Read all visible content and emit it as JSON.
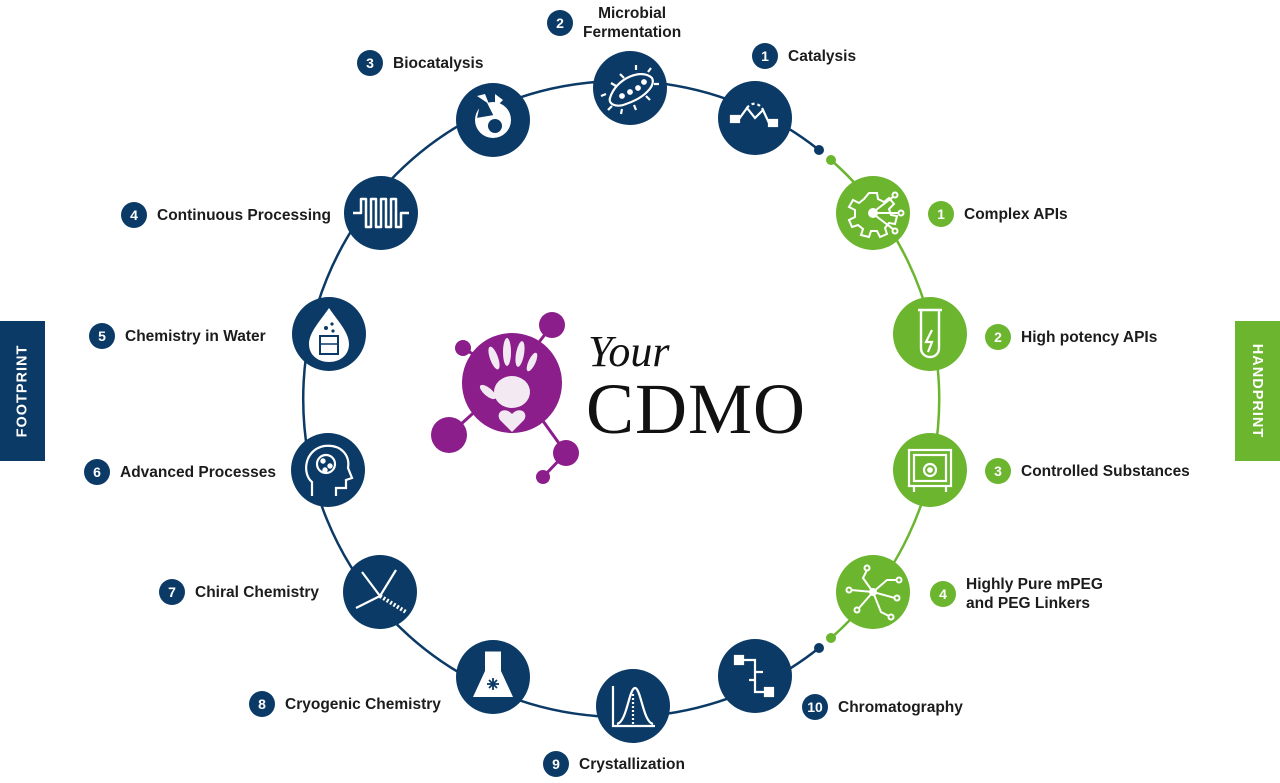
{
  "colors": {
    "footprint": "#0b3a66",
    "handprint": "#6bb52f",
    "logo": "#8b1e8b"
  },
  "side_tabs": {
    "left": "FOOTPRINT",
    "right": "HANDPRINT"
  },
  "logo": {
    "line1": "Your",
    "line2": "CDMO"
  },
  "footprint_items": [
    {
      "num": "1",
      "label": "Catalysis",
      "icon": "catalysis-icon"
    },
    {
      "num": "2",
      "label": "Microbial",
      "label2": "Fermentation",
      "icon": "bacteria-icon"
    },
    {
      "num": "3",
      "label": "Biocatalysis",
      "icon": "enzyme-icon"
    },
    {
      "num": "4",
      "label": "Continuous Processing",
      "icon": "coil-icon"
    },
    {
      "num": "5",
      "label": "Chemistry in Water",
      "icon": "water-drop-beaker-icon"
    },
    {
      "num": "6",
      "label": "Advanced Processes",
      "icon": "brain-head-icon"
    },
    {
      "num": "7",
      "label": "Chiral Chemistry",
      "icon": "chiral-icon"
    },
    {
      "num": "8",
      "label": "Cryogenic Chemistry",
      "icon": "flask-snowflake-icon"
    },
    {
      "num": "9",
      "label": "Crystallization",
      "icon": "peak-chart-icon"
    },
    {
      "num": "10",
      "label": "Chromatography",
      "icon": "chromatography-icon"
    }
  ],
  "handprint_items": [
    {
      "num": "1",
      "label": "Complex APIs",
      "icon": "gear-network-icon"
    },
    {
      "num": "2",
      "label": "High potency APIs",
      "icon": "test-tube-bolt-icon"
    },
    {
      "num": "3",
      "label": "Controlled Substances",
      "icon": "safe-icon"
    },
    {
      "num": "4",
      "label": "Highly Pure mPEG",
      "label2": "and PEG Linkers",
      "icon": "peg-linker-icon"
    }
  ]
}
